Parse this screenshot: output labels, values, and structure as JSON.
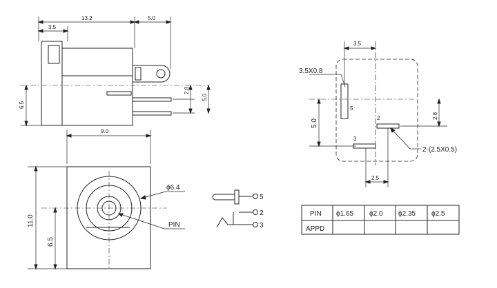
{
  "side_view": {
    "dim_total_width": "13.2",
    "dim_tab_width": "5.0",
    "dim_front": "3.5",
    "dim_body_height": "6.5",
    "dim_pin_spacing": "2.8",
    "dim_right_height": "5.0"
  },
  "front_view": {
    "dim_width": "9.0",
    "dim_height": "11.0",
    "dim_center_height": "6.5",
    "label_diameter": "ϕ6.4",
    "label_pin": "PIN"
  },
  "schematic": {
    "pin_5": "5",
    "pin_2": "2",
    "pin_3": "3"
  },
  "footprint": {
    "dim_top": "3.5",
    "label_slot": "3.5X0.8",
    "dim_left": "5.0",
    "dim_right": "2.8",
    "label_pads": "2-(2.5X0.5)",
    "dim_bottom": "2.5",
    "pad_5": "5",
    "pad_2": "2",
    "pad_3": "3"
  },
  "pin_table": {
    "row_labels": [
      "PIN",
      "APPD"
    ],
    "columns": [
      "ϕ1.65",
      "ϕ2.0",
      "ϕ2.35",
      "ϕ2.5"
    ],
    "appd_values": [
      "",
      "",
      "",
      ""
    ]
  }
}
